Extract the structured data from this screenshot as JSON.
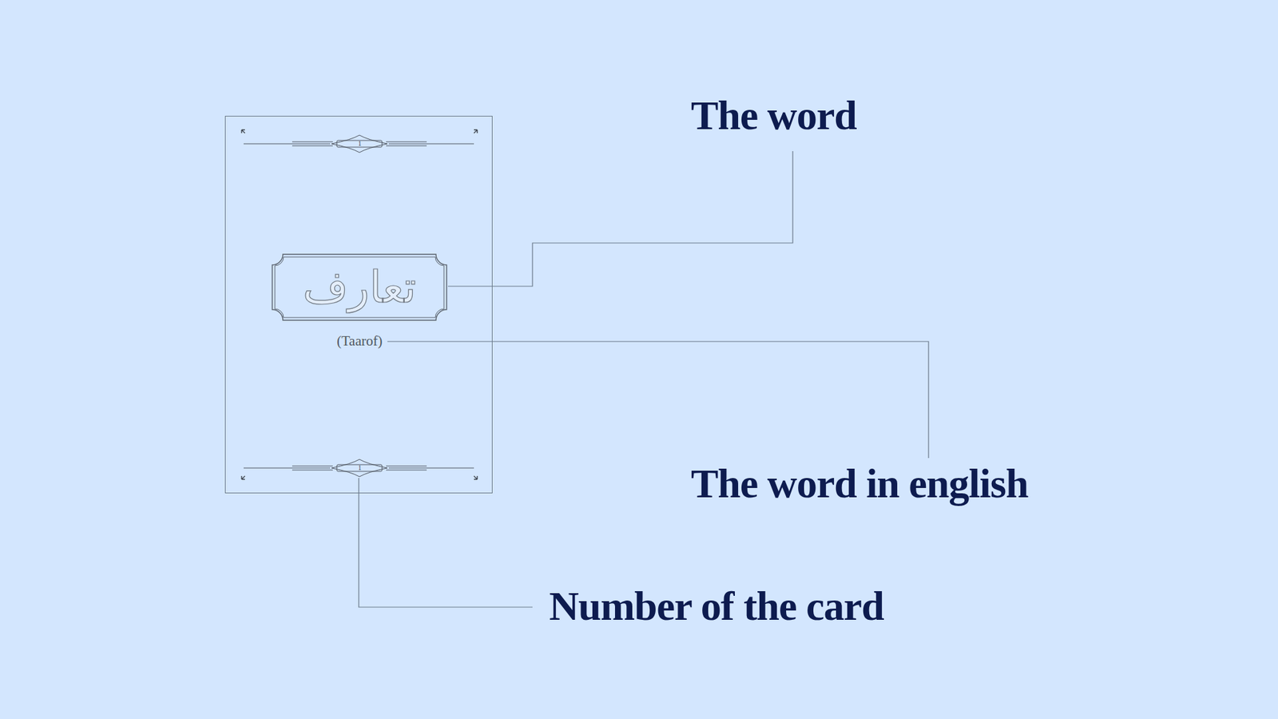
{
  "diagram": {
    "nodes": [
      {
        "text": [
          "1",
          "(Taarof)",
          "1"
        ]
      },
      {
        "text": [
          "تعارف"
        ],
        "in": 0
      }
    ],
    "labels": [
      "The word",
      "The word in english",
      "Number of the card"
    ]
  }
}
